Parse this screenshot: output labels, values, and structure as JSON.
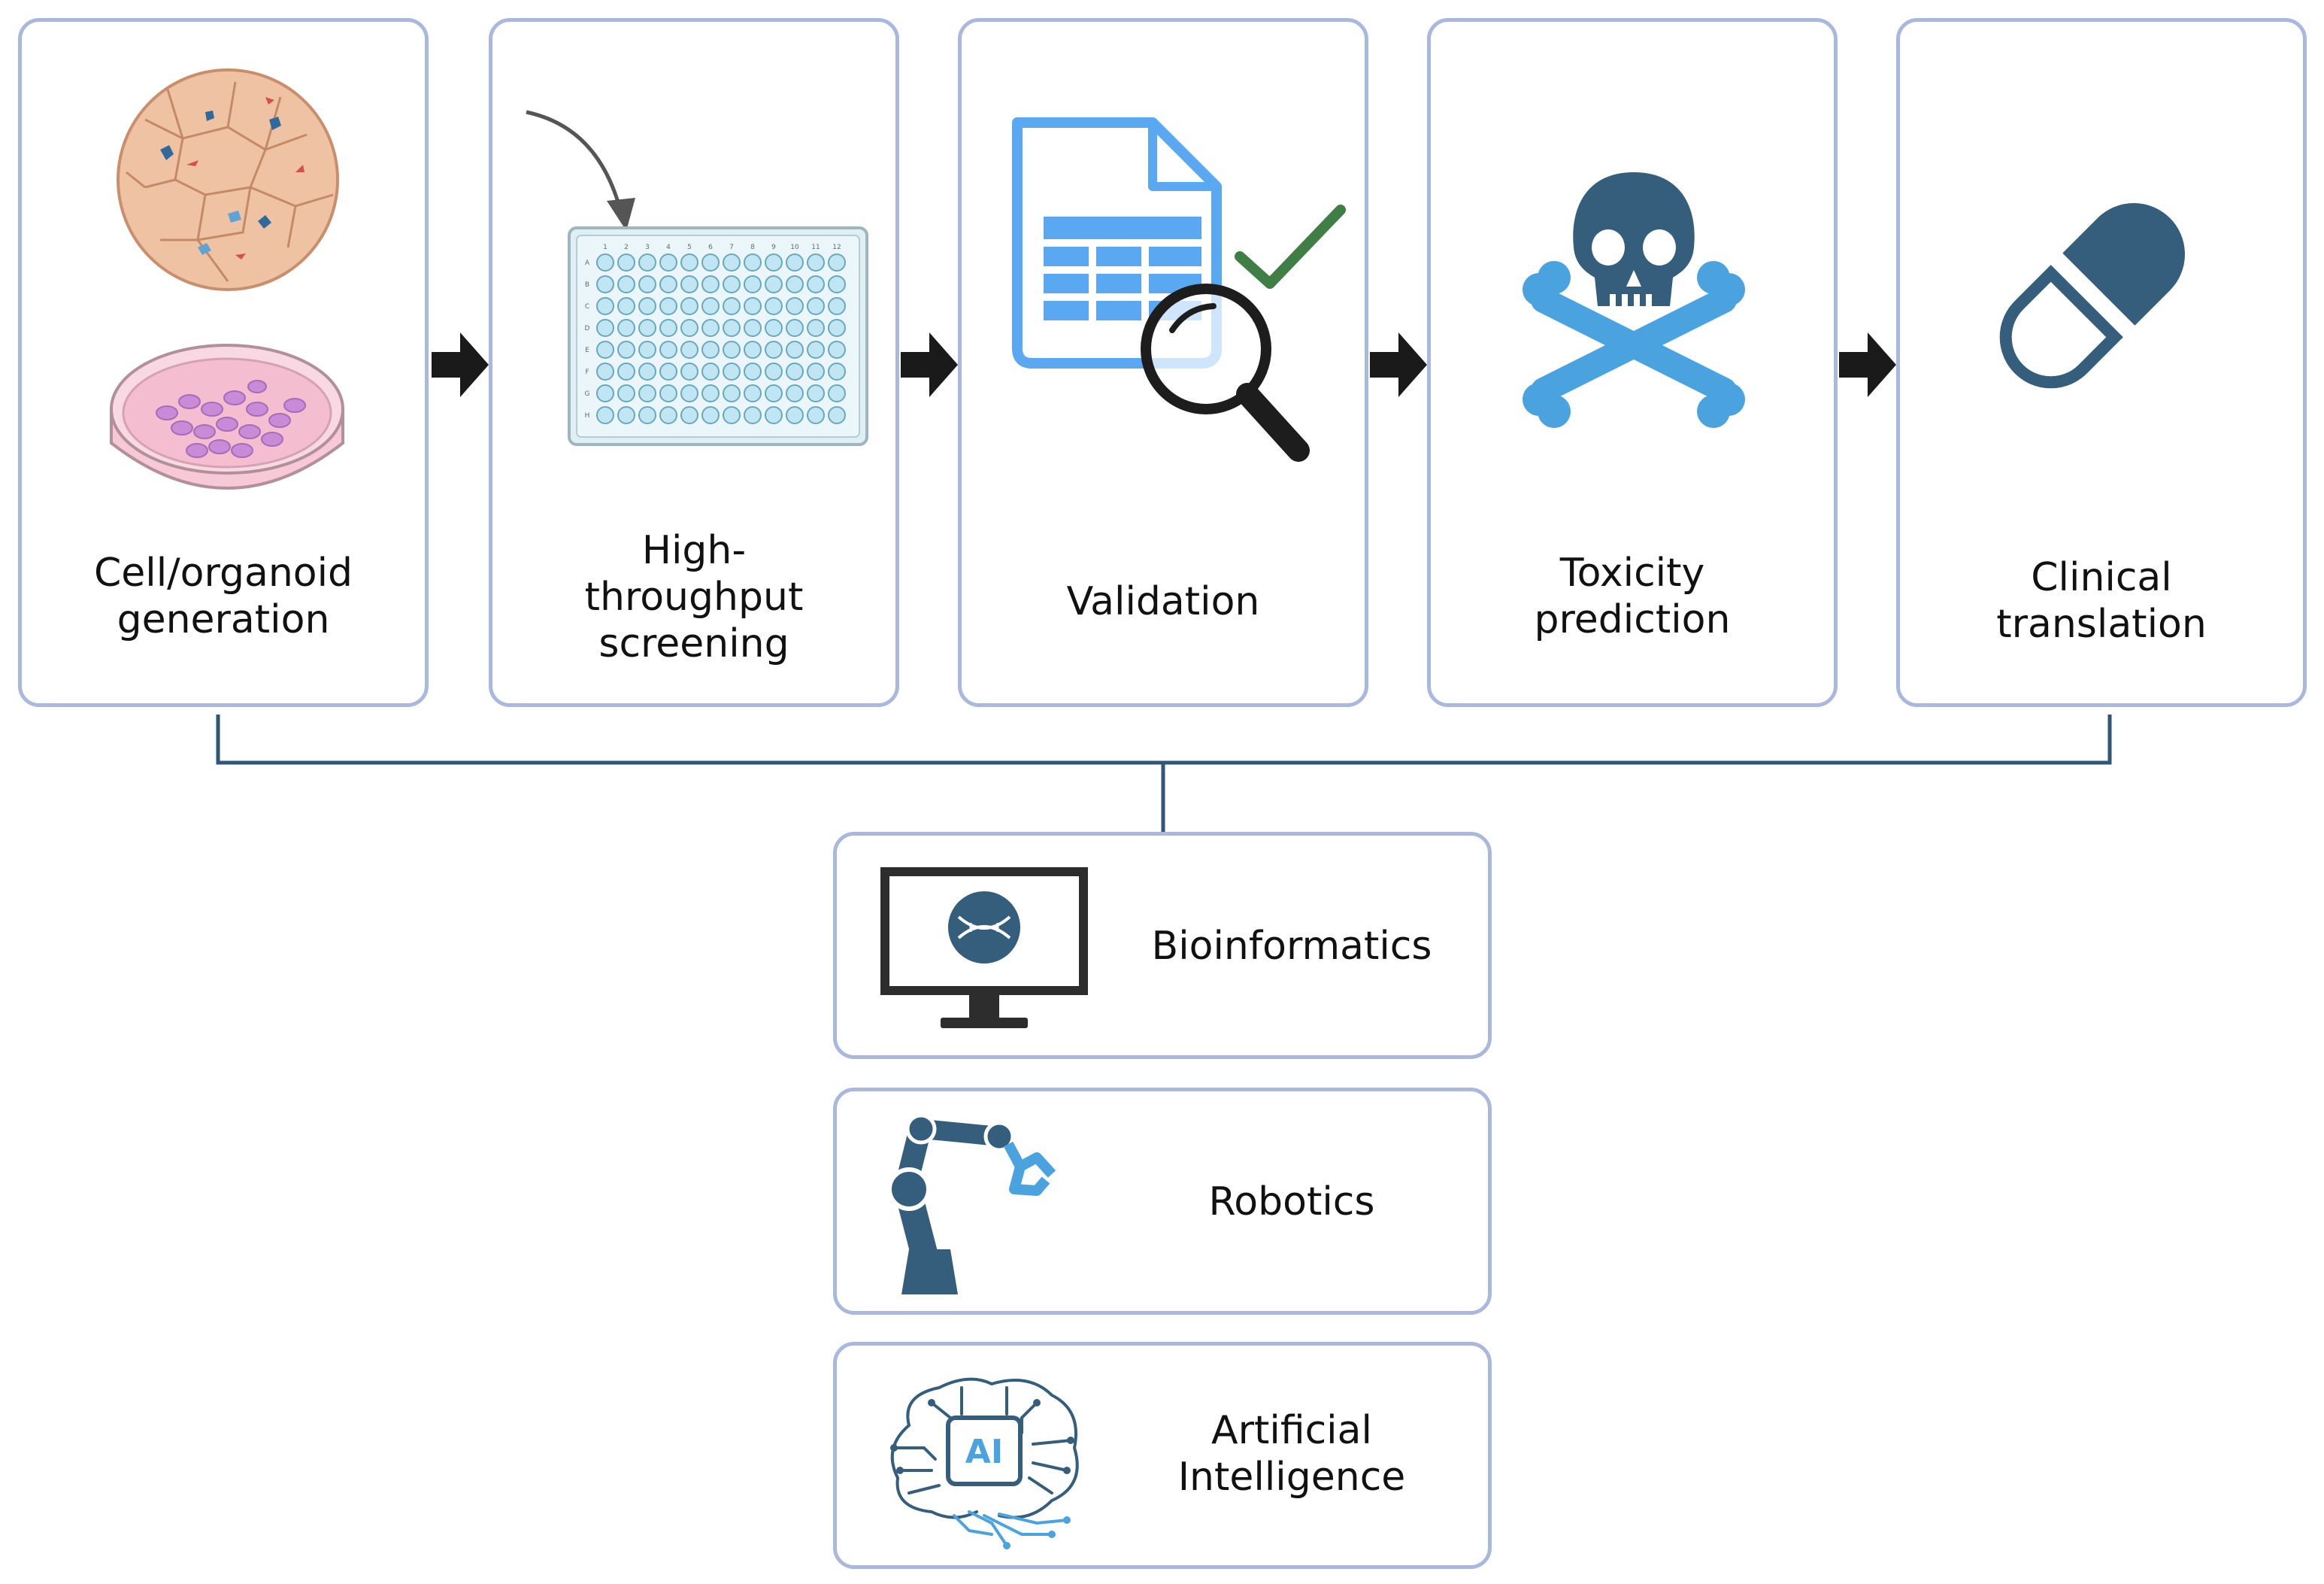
{
  "stages": [
    {
      "label": "Cell/organoid\ngeneration"
    },
    {
      "label": "High-\nthroughput\nscreening"
    },
    {
      "label": "Validation"
    },
    {
      "label": "Toxicity\nprediction"
    },
    {
      "label": "Clinical\ntranslation"
    }
  ],
  "plate": {
    "column_labels": [
      "1",
      "2",
      "3",
      "4",
      "5",
      "6",
      "7",
      "8",
      "9",
      "10",
      "11",
      "12"
    ],
    "row_labels": [
      "A",
      "B",
      "C",
      "D",
      "E",
      "F",
      "G",
      "H"
    ]
  },
  "tools": [
    {
      "label": "Bioinformatics"
    },
    {
      "label": "Robotics"
    },
    {
      "label": "Artificial\nIntelligence"
    }
  ],
  "ai_chip": {
    "text": "AI"
  },
  "colors": {
    "box_border": "#a9b8dc",
    "dark_blue": "#355e7c",
    "light_blue": "#4aa3df",
    "doc_blue": "#5aa8f2",
    "check_green": "#3f7e44",
    "arrow": "#1a1a1a",
    "connector": "#2f5579"
  }
}
